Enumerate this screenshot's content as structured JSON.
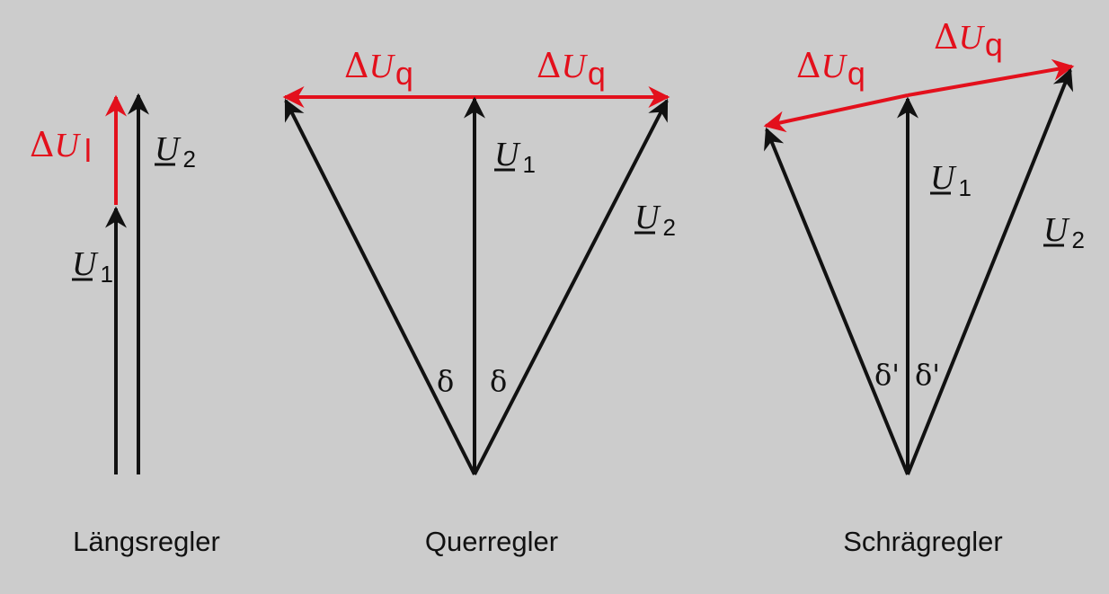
{
  "colors": {
    "background": "#cccccc",
    "vector": "#111111",
    "change": "#e3101c"
  },
  "panels": [
    {
      "caption": "Längsregler",
      "labels": {
        "du_delta": "Δ",
        "du_main": "U",
        "du_sub": "l",
        "u1_main": "U",
        "u1_sub": "1",
        "u2_main": "U",
        "u2_sub": "2"
      }
    },
    {
      "caption": "Querregler",
      "labels": {
        "dul_delta": "Δ",
        "dul_main": "U",
        "dul_sub": "q",
        "dur_delta": "Δ",
        "dur_main": "U",
        "dur_sub": "q",
        "u1_main": "U",
        "u1_sub": "1",
        "u2_main": "U",
        "u2_sub": "2",
        "angle_left": "δ",
        "angle_right": "δ"
      }
    },
    {
      "caption": "Schrägregler",
      "labels": {
        "dul_delta": "Δ",
        "dul_main": "U",
        "dul_sub": "q",
        "dur_delta": "Δ",
        "dur_main": "U",
        "dur_sub": "q",
        "u1_main": "U",
        "u1_sub": "1",
        "u2_main": "U",
        "u2_sub": "2",
        "angle_left": "δ'",
        "angle_right": "δ'"
      }
    }
  ]
}
